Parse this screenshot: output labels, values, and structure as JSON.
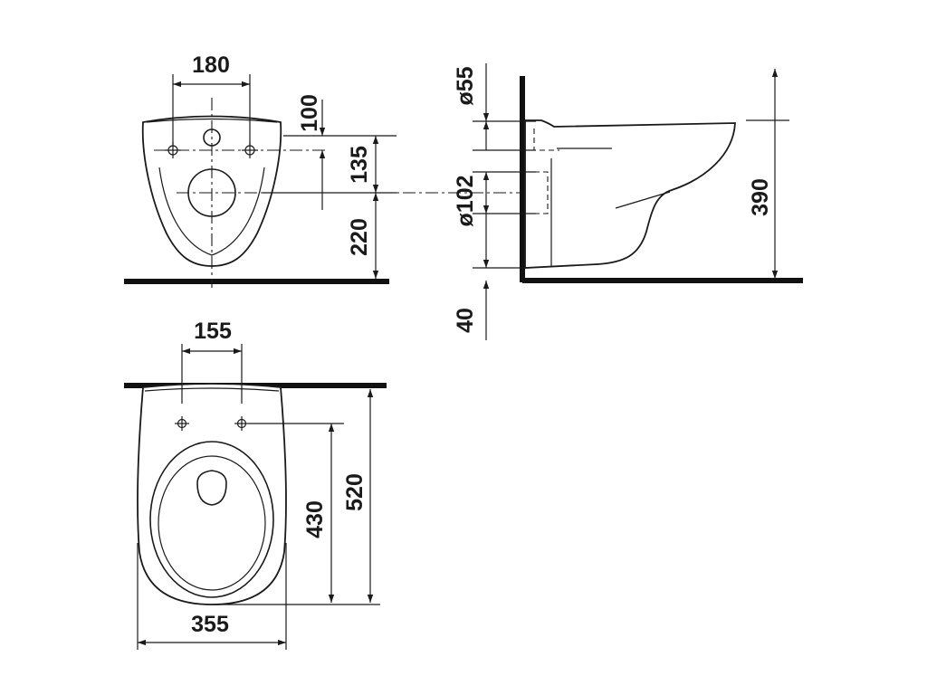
{
  "drawing": {
    "front_view": {
      "width_bolts": "180",
      "height_top": "100",
      "height_mid": "135",
      "height_bottom": "220"
    },
    "side_view": {
      "dia_inlet": "ø55",
      "dia_outlet": "ø102",
      "offset_bottom": "40",
      "height_total": "390"
    },
    "top_view": {
      "width_bolts": "155",
      "depth_inner": "430",
      "depth_total": "520",
      "width_total": "355"
    }
  }
}
